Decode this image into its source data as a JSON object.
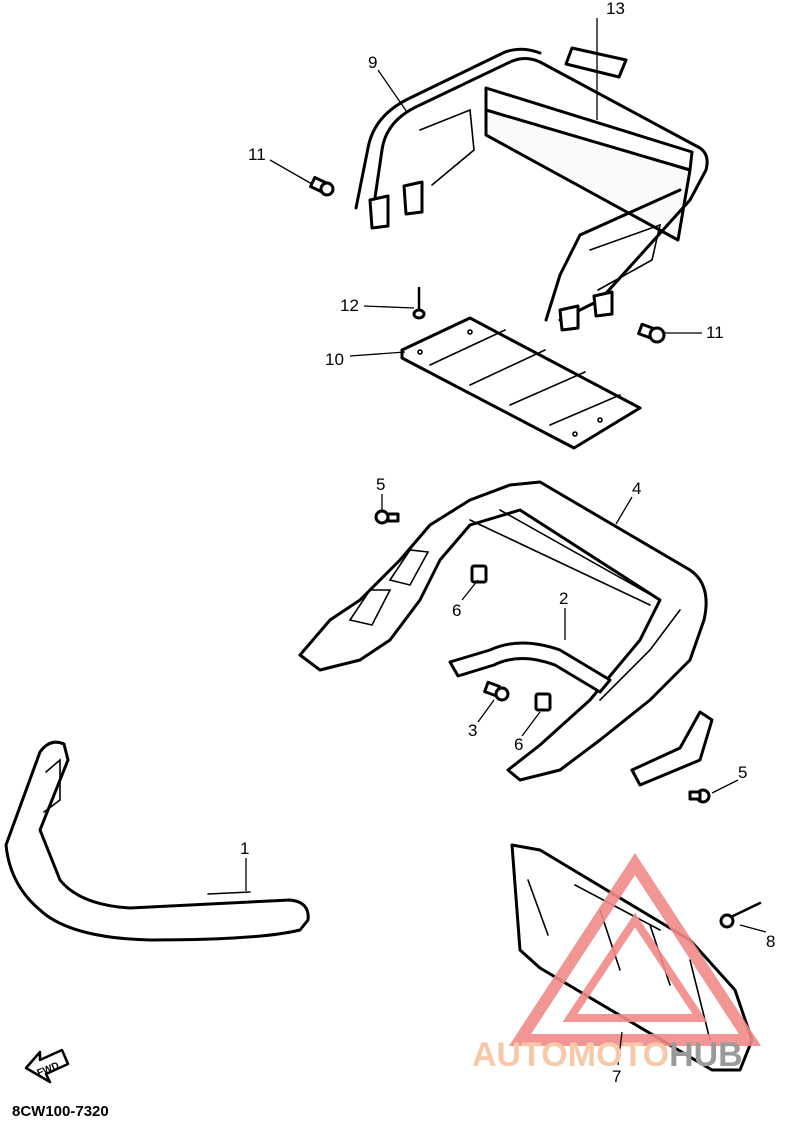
{
  "diagram": {
    "callouts": {
      "c1": "1",
      "c2": "2",
      "c3": "3",
      "c4": "4",
      "c5a": "5",
      "c5b": "5",
      "c6a": "6",
      "c6b": "6",
      "c7": "7",
      "c8": "8",
      "c9": "9",
      "c10": "10",
      "c11a": "11",
      "c11b": "11",
      "c12": "12",
      "c13": "13"
    },
    "fwd_label": "FWD",
    "diagram_code": "8CW100-7320"
  },
  "watermark": {
    "text_part1": "AUTOMOTO",
    "text_part2": "HUB",
    "color_main": "#f7c9a8",
    "color_secondary": "#9a9a9a",
    "color_logo": "#f08a8a"
  }
}
